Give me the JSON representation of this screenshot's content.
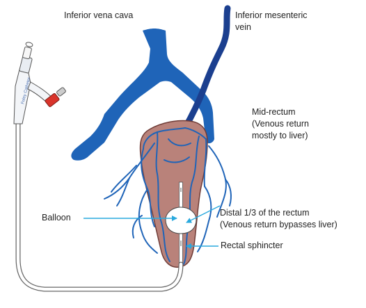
{
  "labels": {
    "ivc": "Inferior vena cava",
    "imv_line1": "Inferior mesenteric",
    "imv_line2": "vein",
    "mid_line1": "Mid-rectum",
    "mid_line2": "(Venous return",
    "mid_line3": "mostly to liver)",
    "balloon": "Balloon",
    "distal_line1": "Distal 1/3 of the rectum",
    "distal_line2": "(Venous return bypasses liver)",
    "sphincter": "Rectal sphincter"
  },
  "colors": {
    "vein": "#1f64b8",
    "vein_dark": "#1b3f8f",
    "rectum": "#b9827a",
    "rectum_edge": "#6e3b36",
    "arrow": "#29a9de",
    "catheter_cap": "#d9342b"
  },
  "icons": {
    "catheter": "foley-catheter-icon"
  }
}
